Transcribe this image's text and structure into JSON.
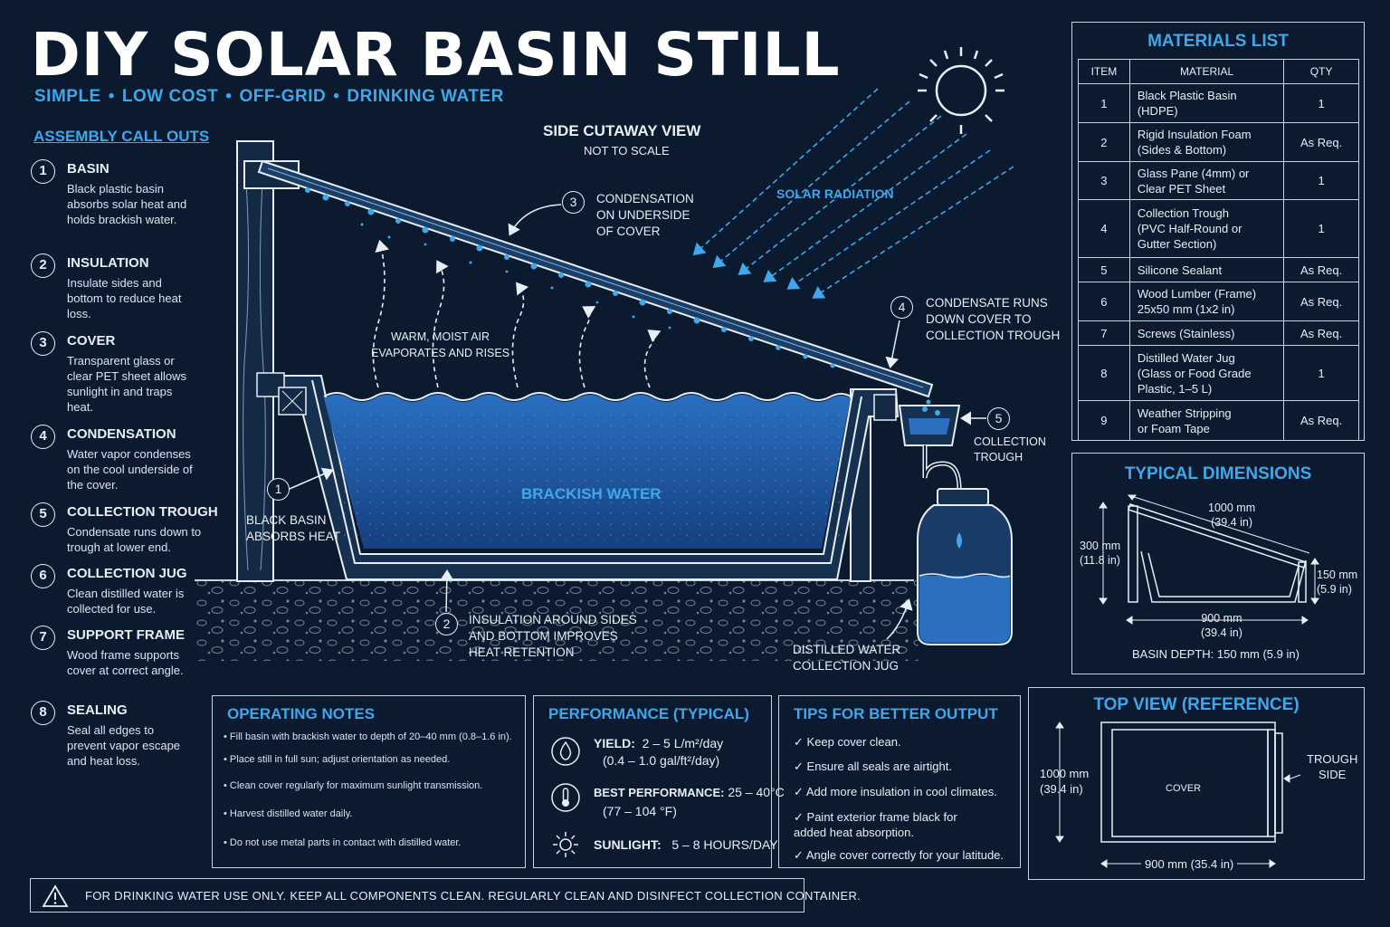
{
  "header": {
    "title": "DIY SOLAR BASIN STILL",
    "tag1": "SIMPLE",
    "tag2": "LOW COST",
    "tag3": "OFF-GRID",
    "tag4": "DRINKING WATER",
    "separator": "•"
  },
  "callouts": {
    "heading": "ASSEMBLY CALL OUTS",
    "items": [
      {
        "num": "1",
        "title": "BASIN",
        "desc": "Black plastic basin absorbs solar heat and holds brackish water."
      },
      {
        "num": "2",
        "title": "INSULATION",
        "desc": "Insulate sides and bottom to reduce heat loss."
      },
      {
        "num": "3",
        "title": "COVER",
        "desc": "Transparent glass or clear PET sheet allows sunlight in and traps heat."
      },
      {
        "num": "4",
        "title": "CONDENSATION",
        "desc": "Water vapor condenses on the cool underside of the cover."
      },
      {
        "num": "5",
        "title": "COLLECTION TROUGH",
        "desc": "Condensate runs down to trough at lower end."
      },
      {
        "num": "6",
        "title": "COLLECTION JUG",
        "desc": "Clean distilled water is collected for use."
      },
      {
        "num": "7",
        "title": "SUPPORT FRAME",
        "desc": "Wood frame supports cover at correct angle."
      },
      {
        "num": "8",
        "title": "SEALING",
        "desc": "Seal all edges to prevent vapor escape and heat loss."
      }
    ]
  },
  "diagram": {
    "view_title": "SIDE CUTAWAY VIEW",
    "view_sub": "NOT TO SCALE",
    "solar_radiation": "SOLAR RADIATION",
    "warm_air_1": "WARM, MOIST AIR",
    "warm_air_2": "EVAPORATES AND RISES",
    "brackish": "BRACKISH WATER",
    "c3_num": "3",
    "c3_1": "CONDENSATION",
    "c3_2": "ON UNDERSIDE",
    "c3_3": "OF COVER",
    "c4_num": "4",
    "c4_1": "CONDENSATE RUNS",
    "c4_2": "DOWN COVER TO",
    "c4_3": "COLLECTION TROUGH",
    "c5_num": "5",
    "c5_1": "COLLECTION",
    "c5_2": "TROUGH",
    "c1_num": "1",
    "c1_1": "BLACK BASIN",
    "c1_2": "ABSORBS HEAT",
    "c2_num": "2",
    "c2_1": "INSULATION AROUND SIDES",
    "c2_2": "AND BOTTOM IMPROVES",
    "c2_3": "HEAT RETENTION",
    "jug_1": "DISTILLED WATER",
    "jug_2": "COLLECTION JUG"
  },
  "materials": {
    "title": "MATERIALS LIST",
    "col_item": "ITEM",
    "col_material": "MATERIAL",
    "col_qty": "QTY",
    "rows": [
      {
        "item": "1",
        "m1": "Black Plastic Basin",
        "m2": "(HDPE)",
        "m3": "",
        "qty": "1"
      },
      {
        "item": "2",
        "m1": "Rigid Insulation Foam",
        "m2": "(Sides & Bottom)",
        "m3": "",
        "qty": "As Req."
      },
      {
        "item": "3",
        "m1": "Glass Pane (4mm) or",
        "m2": "Clear PET Sheet",
        "m3": "",
        "qty": "1"
      },
      {
        "item": "4",
        "m1": "Collection Trough",
        "m2": "(PVC Half-Round or",
        "m3": "Gutter Section)",
        "qty": "1"
      },
      {
        "item": "5",
        "m1": "Silicone Sealant",
        "m2": "",
        "m3": "",
        "qty": "As Req."
      },
      {
        "item": "6",
        "m1": "Wood Lumber (Frame)",
        "m2": "25x50 mm (1x2 in)",
        "m3": "",
        "qty": "As Req."
      },
      {
        "item": "7",
        "m1": "Screws (Stainless)",
        "m2": "",
        "m3": "",
        "qty": "As Req."
      },
      {
        "item": "8",
        "m1": "Distilled Water Jug",
        "m2": "(Glass or Food Grade",
        "m3": "Plastic, 1–5 L)",
        "qty": "1"
      },
      {
        "item": "9",
        "m1": "Weather Stripping",
        "m2": "or Foam Tape",
        "m3": "",
        "qty": "As Req."
      }
    ]
  },
  "dimensions": {
    "title": "TYPICAL DIMENSIONS",
    "length_mm": "1000 mm",
    "length_in": "(39.4 in)",
    "height_mm": "300 mm",
    "height_in": "(11.8 in)",
    "low_mm": "150 mm",
    "low_in": "(5.9 in)",
    "width_mm": "900 mm",
    "width_in": "(39.4 in)",
    "depth": "BASIN DEPTH:  150 mm (5.9 in)"
  },
  "top_view": {
    "title": "TOP VIEW (REFERENCE)",
    "len_mm": "1000 mm",
    "len_in": "(39.4 in)",
    "cover": "COVER",
    "trough_1": "TROUGH",
    "trough_2": "SIDE",
    "width": "900 mm (35.4 in)"
  },
  "notes": {
    "title": "OPERATING NOTES",
    "items": [
      "Fill basin with brackish water to depth of 20–40 mm (0.8–1.6 in).",
      "Place still in full sun; adjust orientation as needed.",
      "Clean cover regularly for maximum sunlight transmission.",
      "Harvest distilled water daily.",
      "Do not use metal parts in contact with distilled water."
    ]
  },
  "performance": {
    "title": "PERFORMANCE (TYPICAL)",
    "yield_label": "YIELD:",
    "yield_value": "2 – 5 L/m²/day",
    "yield_alt": "(0.4 – 1.0 gal/ft²/day)",
    "best_label": "BEST PERFORMANCE:",
    "best_value": "25 – 40°C",
    "best_alt": "(77 – 104 °F)",
    "sun_label": "SUNLIGHT:",
    "sun_value": "5 – 8 HOURS/DAY",
    "icons": [
      "drop-icon",
      "thermometer-icon",
      "sun-icon"
    ]
  },
  "tips": {
    "title": "TIPS FOR BETTER OUTPUT",
    "check": "✓",
    "items": [
      "Keep cover clean.",
      "Ensure all seals are airtight.",
      "Add more insulation in cool climates.",
      "Paint exterior frame black for added heat absorption.",
      "Angle cover correctly for your latitude."
    ]
  },
  "warning": {
    "text": "FOR DRINKING WATER USE ONLY.   KEEP ALL COMPONENTS CLEAN.   REGULARLY CLEAN AND DISINFECT COLLECTION CONTAINER.",
    "icon": "warning-icon"
  },
  "colors": {
    "background": "#0b1a2e",
    "accent": "#3fa7ea",
    "water": "#1f5fae",
    "line": "#e8eef5"
  }
}
